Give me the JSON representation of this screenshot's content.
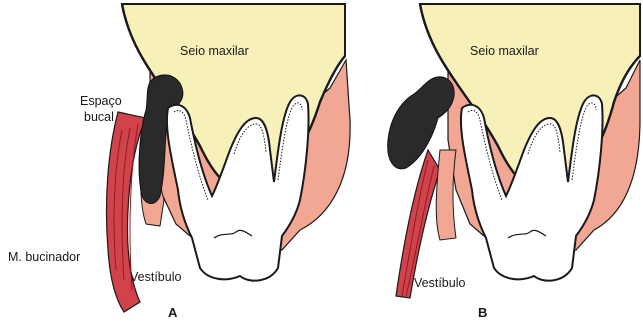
{
  "figure": {
    "panels": [
      {
        "id": "A",
        "letter": "A",
        "labels": {
          "sinus": "Seio maxilar",
          "space_line1": "Espaço",
          "space_line2": "bucal",
          "muscle": "M. bucinador",
          "vestibule": "Vestíbulo"
        }
      },
      {
        "id": "B",
        "letter": "B",
        "labels": {
          "sinus": "Seio maxilar",
          "vestibule": "Vestíbulo"
        }
      }
    ],
    "colors": {
      "sinus_fill": "#f7f0b8",
      "gingiva_fill": "#f2a794",
      "muscle_fill": "#d2424a",
      "abscess_fill": "#2a2a2a",
      "tooth_fill": "#ffffff",
      "outline": "#1a1a1a"
    }
  }
}
